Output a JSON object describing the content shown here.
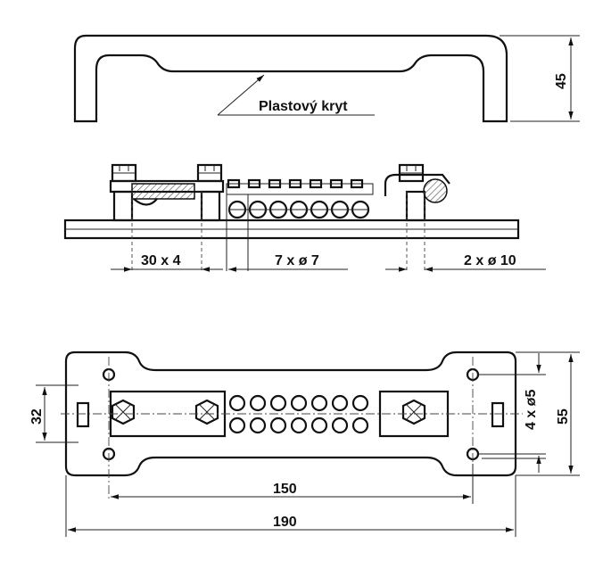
{
  "labels": {
    "cover": "Plastový kryt",
    "height_top": "45",
    "pitch_terminal": "30 x 4",
    "holes_row": "7  x  ø 7",
    "holes_right": "2  x  ø 10",
    "height_left": "32",
    "mount_holes": "4 x ø5",
    "height_right": "55",
    "length_inner": "150",
    "length_total": "190"
  }
}
